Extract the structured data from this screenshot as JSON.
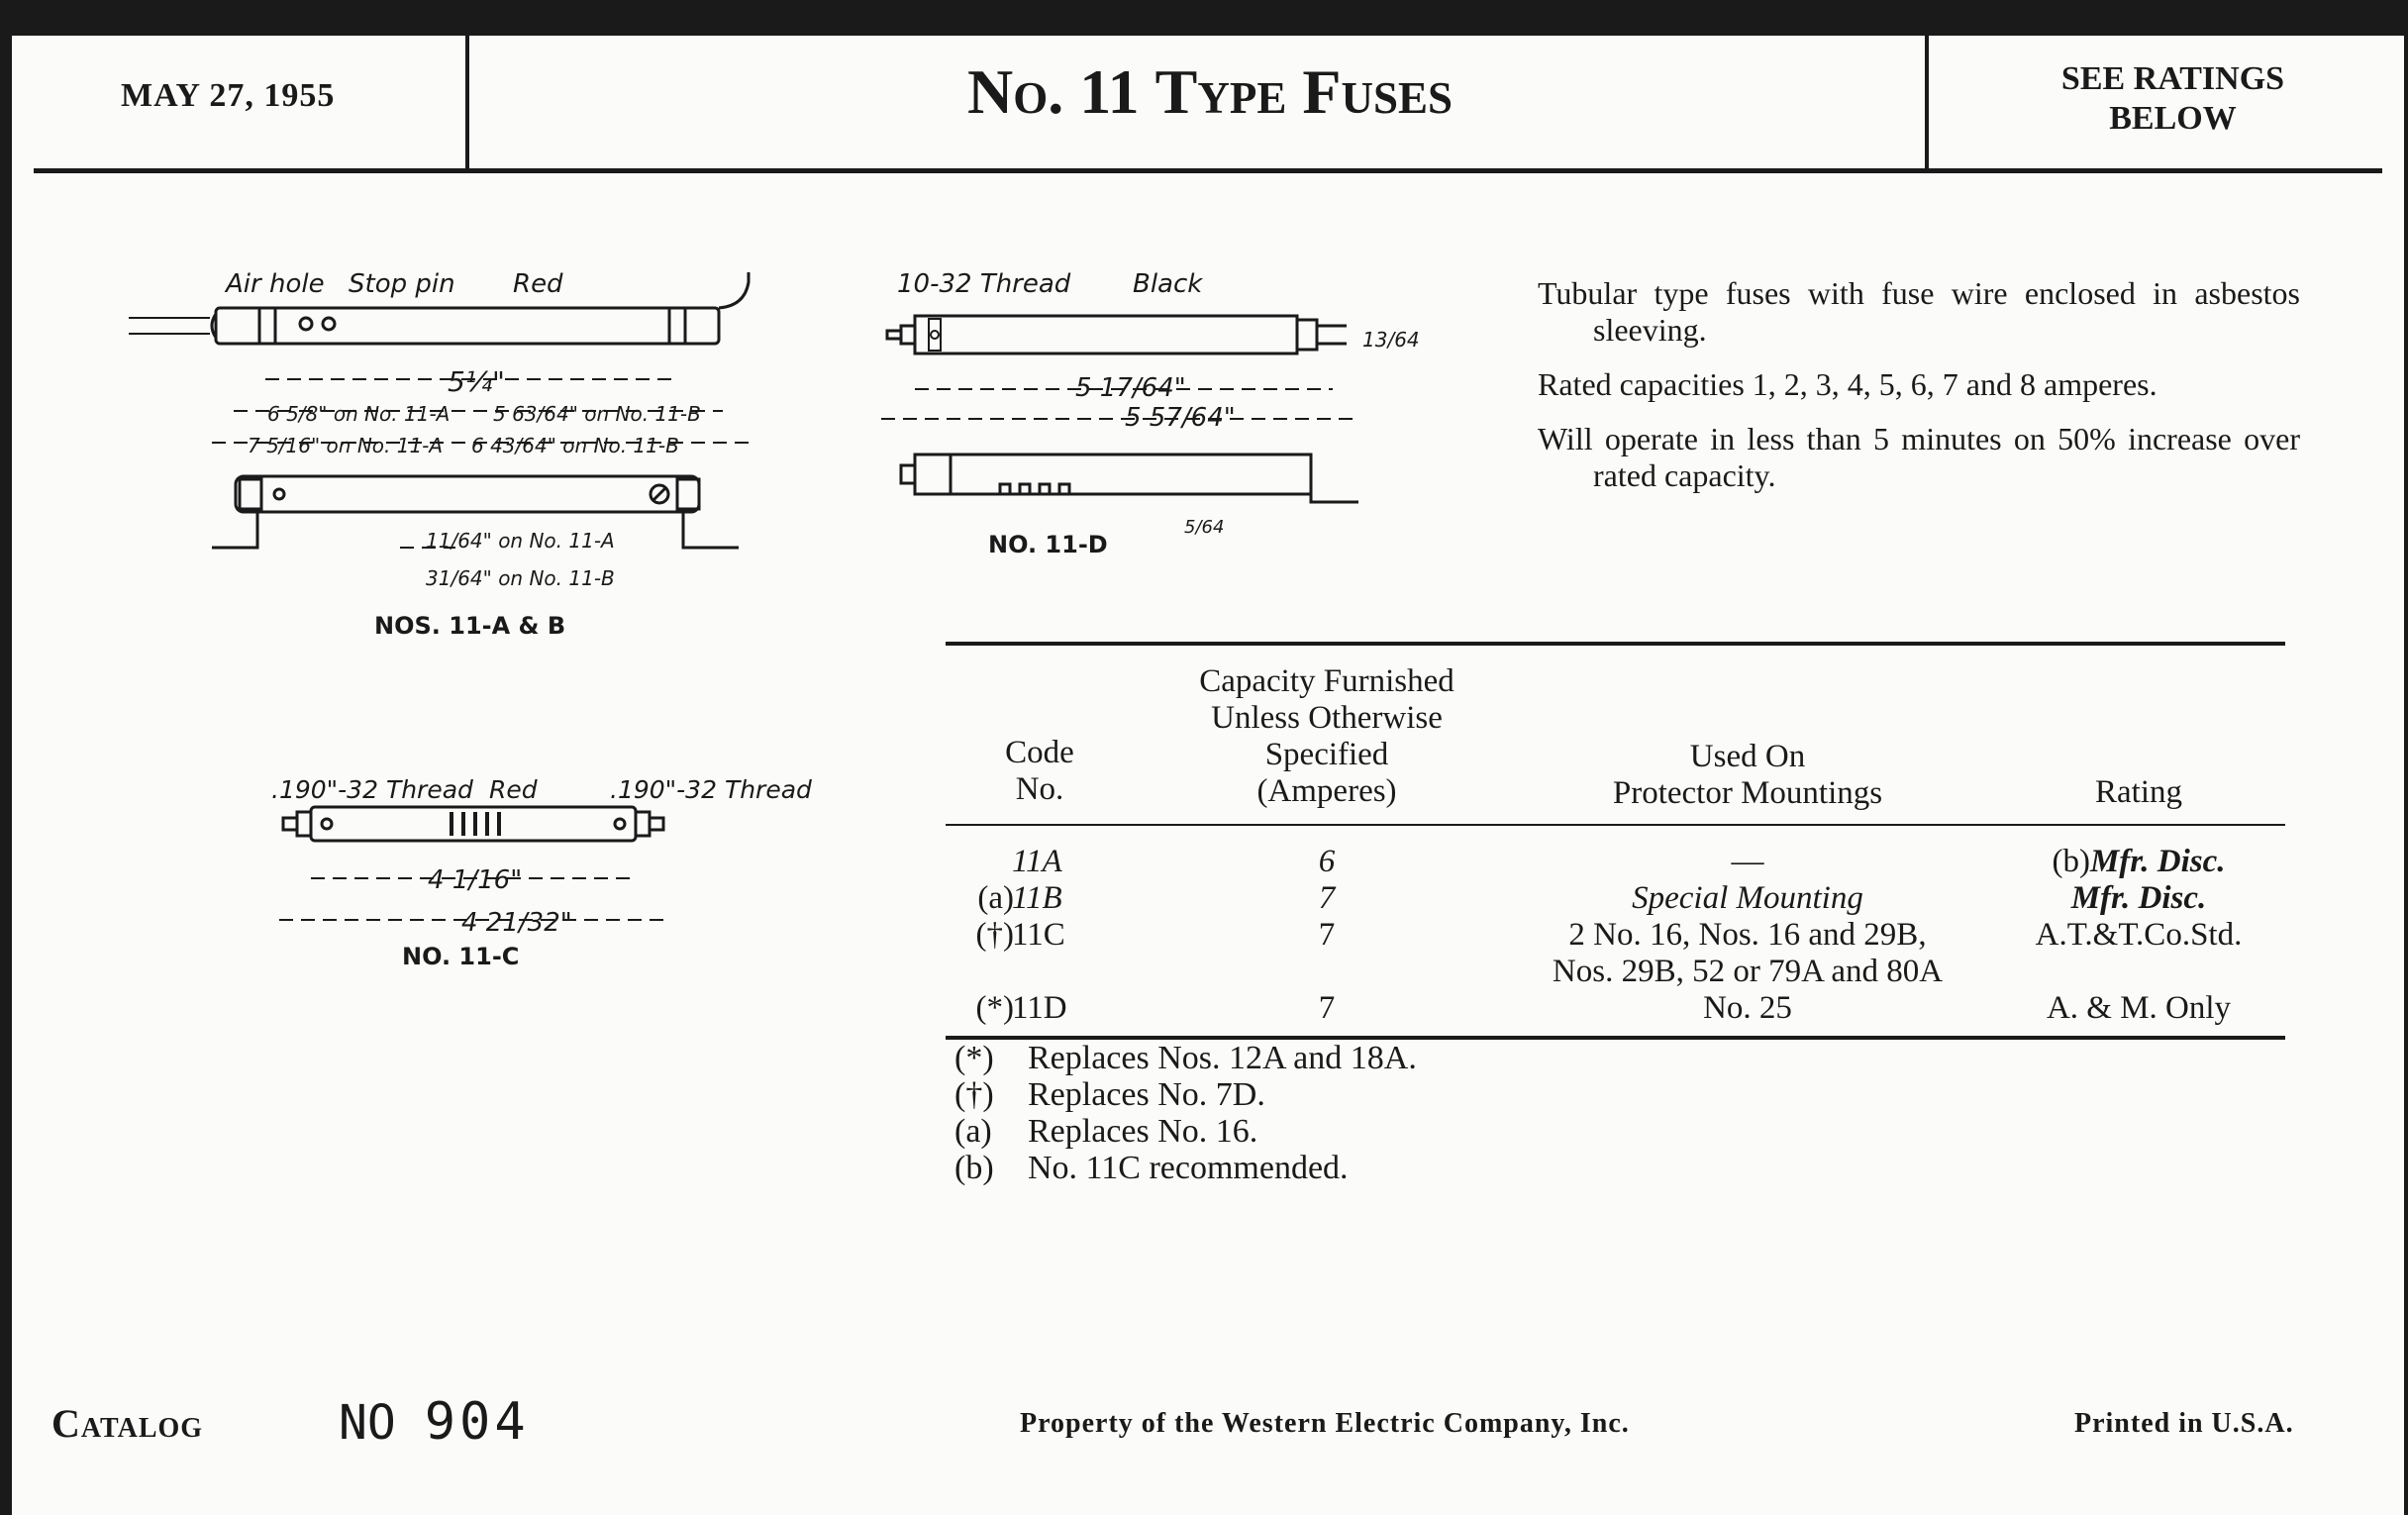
{
  "header": {
    "date": "MAY 27, 1955",
    "title_no": "No.",
    "title_num": "11",
    "title_rest": "Type Fuses",
    "ratings_line1": "SEE RATINGS",
    "ratings_line2": "BELOW"
  },
  "drawings": {
    "fuse_ab": {
      "callout_air_hole": "Air hole",
      "callout_stop_pin": "Stop pin",
      "callout_color": "Red",
      "dim_length": "5¼\"",
      "dim_a_inner": "6 5/8\" on No. 11-A",
      "dim_b_inner": "5 63/64\" on No. 11-B",
      "dim_a_outer": "7 5/16\" on No. 11-A",
      "dim_b_outer": "6 43/64\" on No. 11-B",
      "dim_height_a": "11/64\" on No. 11-A",
      "dim_height_b": "31/64\" on No. 11-B",
      "caption": "NOS. 11-A & B"
    },
    "fuse_d": {
      "callout_thread": "10-32 Thread",
      "callout_color": "Black",
      "dim_gap": "13/64",
      "dim_inner": "5 17/64\"",
      "dim_outer": "5 57/64\"",
      "dim_offset": "5/64",
      "caption": "NO. 11-D"
    },
    "fuse_c": {
      "callout_thread_left": ".190\"-32 Thread",
      "callout_color": "Red",
      "callout_thread_right": ".190\"-32 Thread",
      "dim_inner": "4 1/16\"",
      "dim_outer": "4 21/32\"",
      "caption": "NO. 11-C"
    }
  },
  "description": [
    "Tubular type fuses with fuse wire enclosed in asbestos sleeving.",
    "Rated capacities 1, 2, 3, 4, 5, 6, 7 and 8 amperes.",
    "Will operate in less than 5 minutes on 50% increase over rated capacity."
  ],
  "table": {
    "headers": {
      "code": [
        "Code",
        "No."
      ],
      "capacity": [
        "Capacity Furnished",
        "Unless Otherwise",
        "Specified",
        "(Amperes)"
      ],
      "used_on": [
        "Used On",
        "Protector Mountings"
      ],
      "rating": "Rating"
    },
    "rows": [
      {
        "prefix": "",
        "code": "11A",
        "capacity": "6",
        "used_on": [
          "—"
        ],
        "rating_prefix": "(b)",
        "rating": "Mfr. Disc."
      },
      {
        "prefix": "(a)",
        "code": "11B",
        "capacity": "7",
        "used_on": [
          "Special Mounting"
        ],
        "rating_prefix": "",
        "rating": "Mfr. Disc."
      },
      {
        "prefix": "(†)",
        "code": "11C",
        "capacity": "7",
        "used_on": [
          "2 No. 16, Nos. 16 and 29B,",
          "Nos. 29B, 52 or 79A and 80A"
        ],
        "rating_prefix": "",
        "rating": "A.T.&T.Co.Std."
      },
      {
        "prefix": "(*)",
        "code": "11D",
        "capacity": "7",
        "used_on": [
          "No. 25"
        ],
        "rating_prefix": "",
        "rating": "A. & M. Only"
      }
    ]
  },
  "notes": [
    {
      "mark": "(*)",
      "text": "Replaces Nos. 12A and 18A."
    },
    {
      "mark": "(†)",
      "text": "Replaces No. 7D."
    },
    {
      "mark": "(a)",
      "text": "Replaces No. 16."
    },
    {
      "mark": "(b)",
      "text": "No. 11C recommended."
    }
  ],
  "footer": {
    "catalog_label": "Catalog",
    "catalog_no_prefix": "NO",
    "catalog_no": "904",
    "property": "Property of the Western Electric Company, Inc.",
    "printed": "Printed in U.S.A."
  }
}
